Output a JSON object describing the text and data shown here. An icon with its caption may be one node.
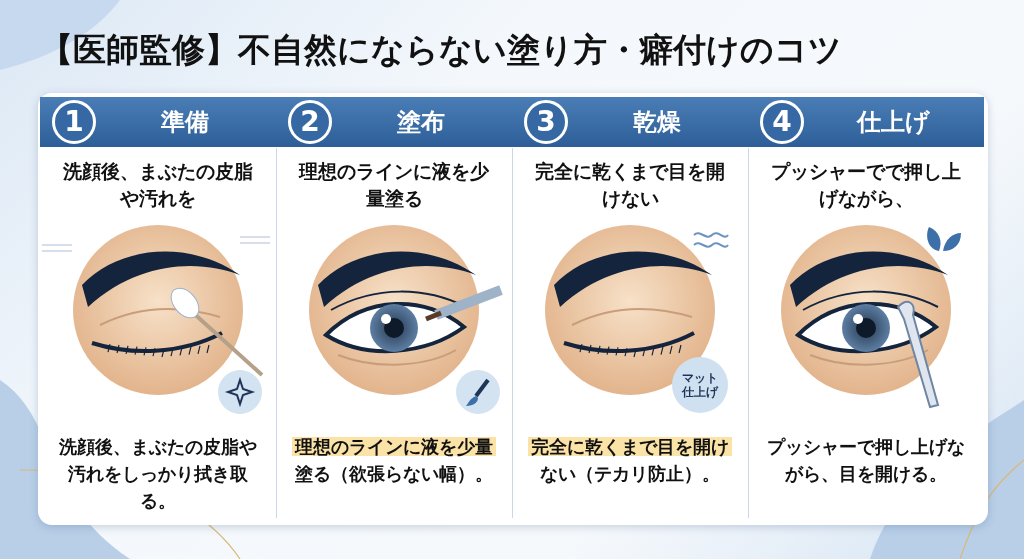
{
  "diagram": {
    "title": "【医師監修】不自然にならない塗り方・癖付けのコツ",
    "nodes": [
      {
        "text": [
          "1",
          "準備",
          "洗顔後、まぶたの皮脂や汚れを",
          "洗顔後、まぶたの皮脂や汚れをしっかり拭き取る。"
        ]
      },
      {
        "text": [
          "2",
          "塗布",
          "理想のラインに液を少量塗る",
          "理想のラインに液を少量塗る（欲張らない幅）。"
        ]
      },
      {
        "text": [
          "3",
          "乾燥",
          "完全に乾くまで目を開けない",
          "完全に乾くまで目を開けない（テカリ防止）。"
        ]
      },
      {
        "text": [
          "4",
          "仕上げ",
          "プッシャーでで押し上げながら、",
          "プッシャーで押し上げながら、目を開ける。"
        ]
      },
      {
        "text": [
          "マット仕上げ"
        ],
        "in": 2
      }
    ]
  }
}
